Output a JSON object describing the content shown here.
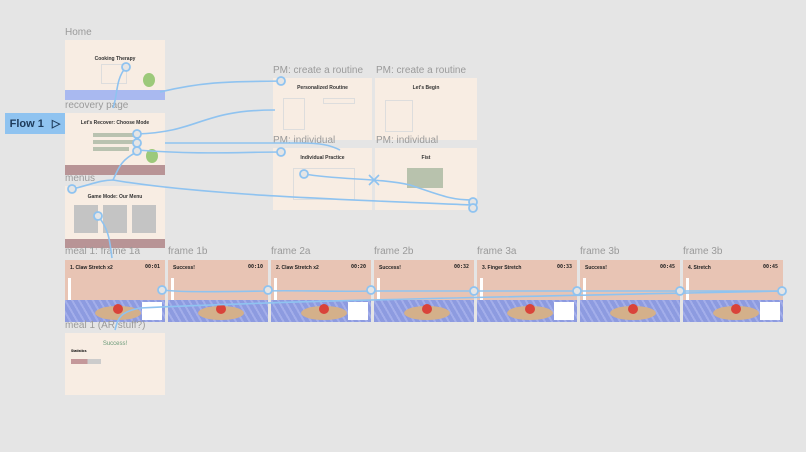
{
  "flow": {
    "label": "Flow 1",
    "icon": "play-triangle-icon"
  },
  "frames": {
    "home": {
      "label": "Home",
      "title": "Cooking Therapy"
    },
    "recovery": {
      "label": "recovery page",
      "title": "Let's Recover: Choose Mode"
    },
    "menus": {
      "label": "menus",
      "title": "Game Mode: Our Menu"
    },
    "pm1": {
      "label": "PM: create a routine",
      "title": "Personalized Routine"
    },
    "pm2": {
      "label": "PM: create a routine",
      "title": "Let's Begin"
    },
    "pm3": {
      "label": "PM: individual",
      "title": "Individual Practice"
    },
    "pm4": {
      "label": "PM: individual",
      "title": "Fist"
    },
    "ar": {
      "label": "meal 1 (AR stuff?)",
      "title": "Success!",
      "stats": "Statistics"
    }
  },
  "game_frames": [
    {
      "label": "meal 1: frame 1a",
      "title": "1. Claw Stretch x2",
      "time": "00:01"
    },
    {
      "label": "frame 1b",
      "title": "Success!",
      "time": "00:10"
    },
    {
      "label": "frame 2a",
      "title": "2. Claw Stretch x2",
      "time": "00:20"
    },
    {
      "label": "frame 2b",
      "title": "Success!",
      "time": "00:32"
    },
    {
      "label": "frame 3a",
      "title": "3. Finger Stretch",
      "time": "00:33"
    },
    {
      "label": "frame 3b",
      "title": "Success!",
      "time": "00:45"
    },
    {
      "label": "frame 3b",
      "title": "4. Stretch",
      "time": "00:45"
    }
  ],
  "colors": {
    "connector": "#8fc3f0",
    "canvas": "#e5e5e5",
    "frame_bg": "#f8ede3",
    "game_top": "#e8c4b4",
    "game_floor": "#8d9be0"
  }
}
